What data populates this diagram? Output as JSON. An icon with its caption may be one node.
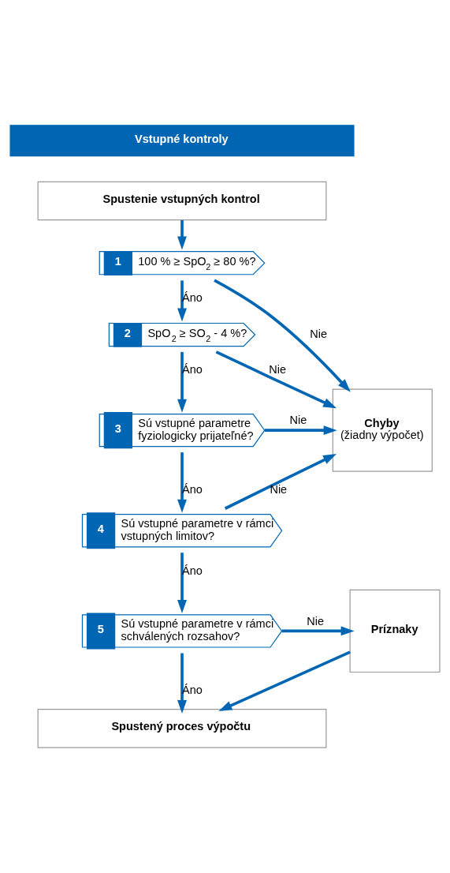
{
  "diagram": {
    "nodes": [
      {
        "text": [
          "Vstupné kontroly"
        ]
      },
      {
        "text": [
          "Spustenie vstupných kontrol"
        ]
      },
      {
        "text": [
          "1",
          "100 % ≥ SpO$_{2}$ ≥ 80 %?"
        ]
      },
      {
        "text": [
          "2",
          "SpO$_{2}$ ≥ SO$_{2}$ - 4 %?"
        ]
      },
      {
        "text": [
          "3",
          "Sú vstupné parametre fyziologicky prijateľné?"
        ]
      },
      {
        "text": [
          "4",
          "Sú vstupné parametre v rámci vstupných limitov?"
        ]
      },
      {
        "text": [
          "5",
          "Sú vstupné parametre v rámci schválených rozsahov?"
        ]
      },
      {
        "text": [
          "Chyby",
          "(žiadny výpočet)"
        ]
      },
      {
        "text": [
          "Príznaky"
        ]
      },
      {
        "text": [
          "Spustený proces výpočtu"
        ]
      }
    ],
    "edges": [
      {
        "from": 1,
        "to": 2,
        "arrow": "to"
      },
      {
        "from": 2,
        "to": 3,
        "arrow": "to",
        "label": "Áno"
      },
      {
        "from": 3,
        "to": 4,
        "arrow": "to",
        "label": "Áno"
      },
      {
        "from": 4,
        "to": 5,
        "arrow": "to",
        "label": "Áno"
      },
      {
        "from": 5,
        "to": 6,
        "arrow": "to",
        "label": "Áno"
      },
      {
        "from": 6,
        "to": 9,
        "arrow": "to",
        "label": "Áno"
      },
      {
        "from": 2,
        "to": 7,
        "arrow": "to",
        "label": "Nie"
      },
      {
        "from": 3,
        "to": 7,
        "arrow": "to",
        "label": "Nie"
      },
      {
        "from": 4,
        "to": 7,
        "arrow": "to",
        "label": "Nie"
      },
      {
        "from": 5,
        "to": 7,
        "arrow": "to",
        "label": "Nie"
      },
      {
        "from": 6,
        "to": 8,
        "arrow": "to",
        "label": "Nie"
      },
      {
        "from": 8,
        "to": 9,
        "arrow": "to"
      }
    ]
  }
}
